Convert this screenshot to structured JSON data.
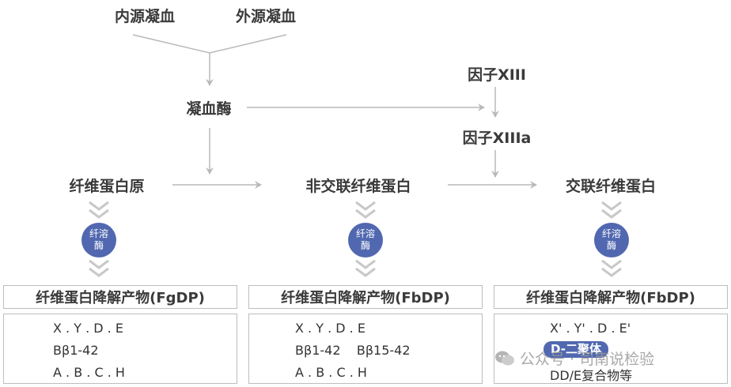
{
  "nodes": {
    "intrinsic": "内源凝血",
    "extrinsic": "外源凝血",
    "thrombin": "凝血酶",
    "factor_xiii": "因子XIII",
    "factor_xiiia": "因子XIIIa",
    "fibrinogen": "纤维蛋白原",
    "non_crosslinked": "非交联纤维蛋白",
    "crosslinked": "交联纤维蛋白"
  },
  "plasmin_label": [
    "纤溶",
    "酶"
  ],
  "products": [
    {
      "title": "纤维蛋白降解产物(FgDP)",
      "rows": [
        "X . Y . D . E",
        "Bβ1-42",
        "A . B . C . H"
      ]
    },
    {
      "title": "纤维蛋白降解产物(FbDP)",
      "rows": [
        "X . Y . D . E",
        "Bβ1-42    Bβ15-42",
        "A . B . C . H"
      ]
    },
    {
      "title": "纤维蛋白降解产物(FbDP)",
      "rows": [
        "X' . Y' . D . E'",
        "D-二聚体",
        "DD/E复合物等"
      ]
    }
  ],
  "watermark": "公众号 · 司南说检验",
  "colors": {
    "arrow": "#b9b9b9",
    "plasmin": "#5168b0",
    "chevron": "#c8c8c8",
    "border": "#bdbdbd"
  }
}
